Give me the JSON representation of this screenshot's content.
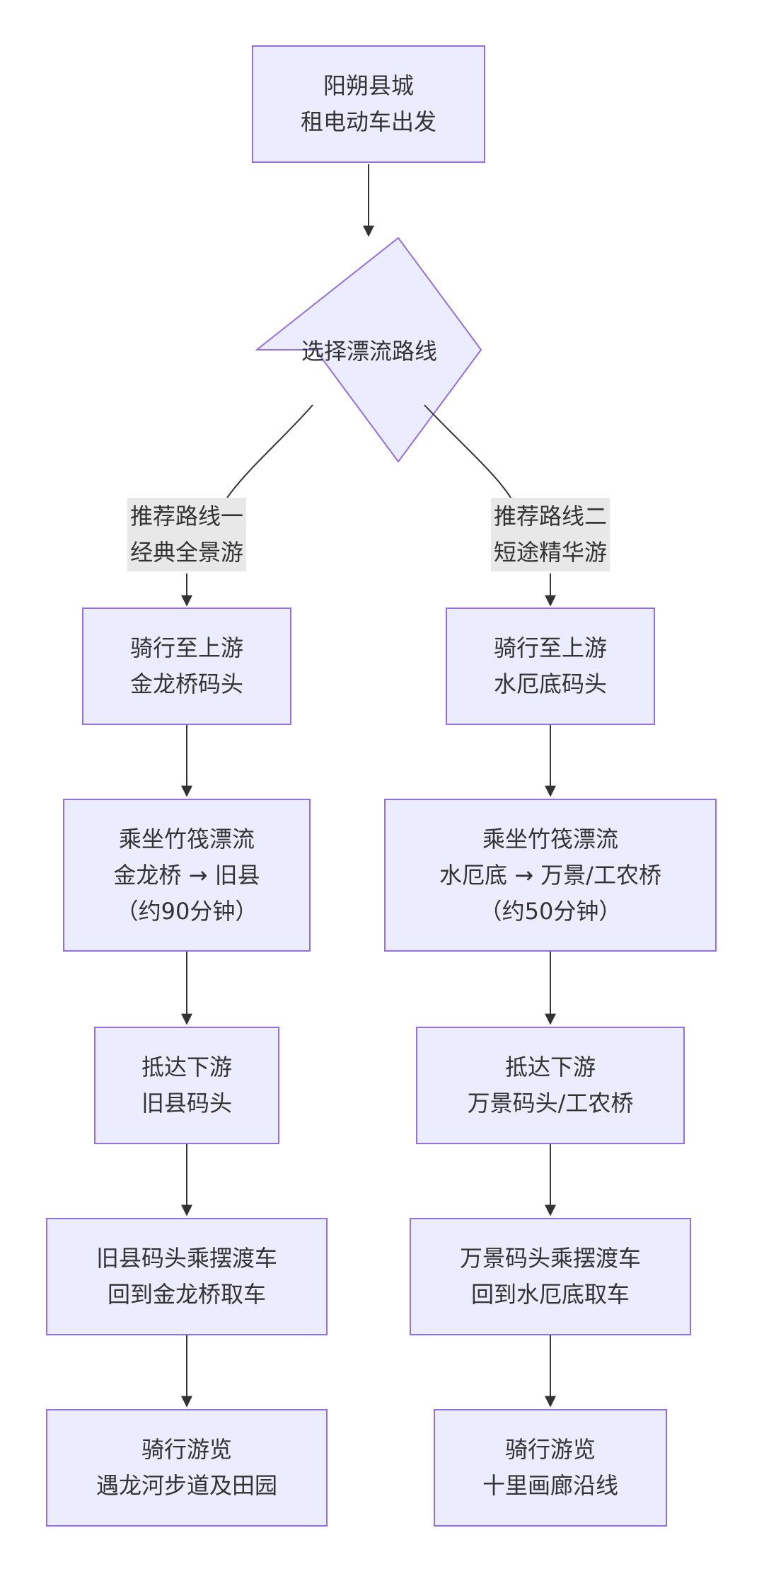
{
  "diagram": {
    "start": {
      "lines": [
        "阳朔县城",
        "租电动车出发"
      ]
    },
    "decision": {
      "text": "选择漂流路线"
    },
    "route_one": {
      "label": [
        "推荐路线一",
        "经典全景游"
      ],
      "steps": [
        [
          "骑行至上游",
          "金龙桥码头"
        ],
        [
          "乘坐竹筏漂流",
          "金龙桥 → 旧县",
          "（约90分钟）"
        ],
        [
          "抵达下游",
          "旧县码头"
        ],
        [
          "旧县码头乘摆渡车",
          "回到金龙桥取车"
        ],
        [
          "骑行游览",
          "遇龙河步道及田园"
        ]
      ]
    },
    "route_two": {
      "label": [
        "推荐路线二",
        "短途精华游"
      ],
      "steps": [
        [
          "骑行至上游",
          "水厄底码头"
        ],
        [
          "乘坐竹筏漂流",
          "水厄底 → 万景/工农桥",
          "（约50分钟）"
        ],
        [
          "抵达下游",
          "万景码头/工农桥"
        ],
        [
          "万景码头乘摆渡车",
          "回到水厄底取车"
        ],
        [
          "骑行游览",
          "十里画廊沿线"
        ]
      ]
    },
    "colors": {
      "node_fill": "#ececff",
      "node_stroke": "#9370db",
      "edge": "#333333",
      "label_bg": "#e8e8e8",
      "text": "#333333"
    }
  }
}
